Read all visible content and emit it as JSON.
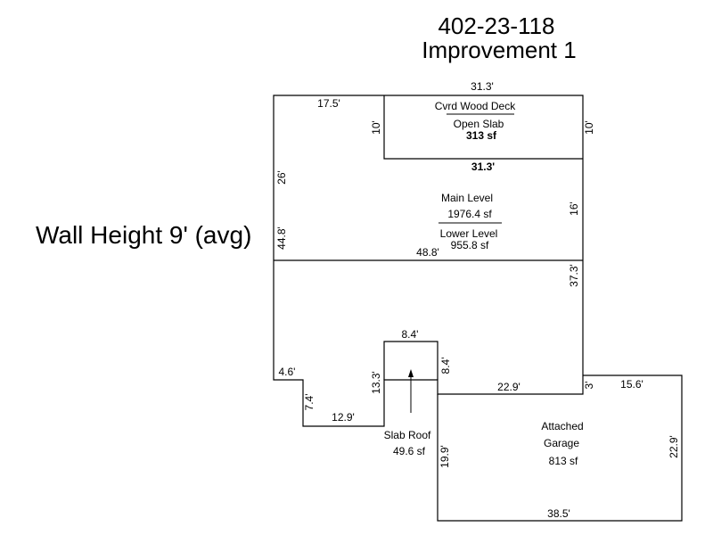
{
  "header": {
    "parcel_id": "402-23-118",
    "improvement": "Improvement 1"
  },
  "wall_height": "Wall Height 9' (avg)",
  "areas": {
    "deck": {
      "name": "Cvrd Wood Deck",
      "sub": "Open Slab",
      "area": "313 sf"
    },
    "main": {
      "name": "Main Level",
      "area": "1976.4 sf",
      "sub": "Lower Level",
      "sub_area": "955.8 sf"
    },
    "slab_roof": {
      "name": "Slab Roof",
      "area": "49.6 sf"
    },
    "garage": {
      "line1": "Attached",
      "line2": "Garage",
      "area": "813 sf"
    }
  },
  "dimensions": {
    "top": "31.3'",
    "deck_left_top": "17.5'",
    "deck_left_h": "10'",
    "deck_right_h": "10'",
    "deck_bottom": "31.3'",
    "left_upper": "26'",
    "left_lower": "44.8'",
    "right_mid": "16'",
    "main_bottom": "48.8'",
    "right_lower": "37.3'",
    "slab_top": "8.4'",
    "slab_right": "8.4'",
    "slab_left": "13.3'",
    "step_top": "4.6'",
    "step_h": "7.4'",
    "step_bottom": "12.9'",
    "mid_right": "22.9'",
    "step_small": "3'",
    "garage_top": "15.6'",
    "garage_right": "22.9'",
    "garage_left": "19.9'",
    "garage_bottom": "38.5'"
  }
}
